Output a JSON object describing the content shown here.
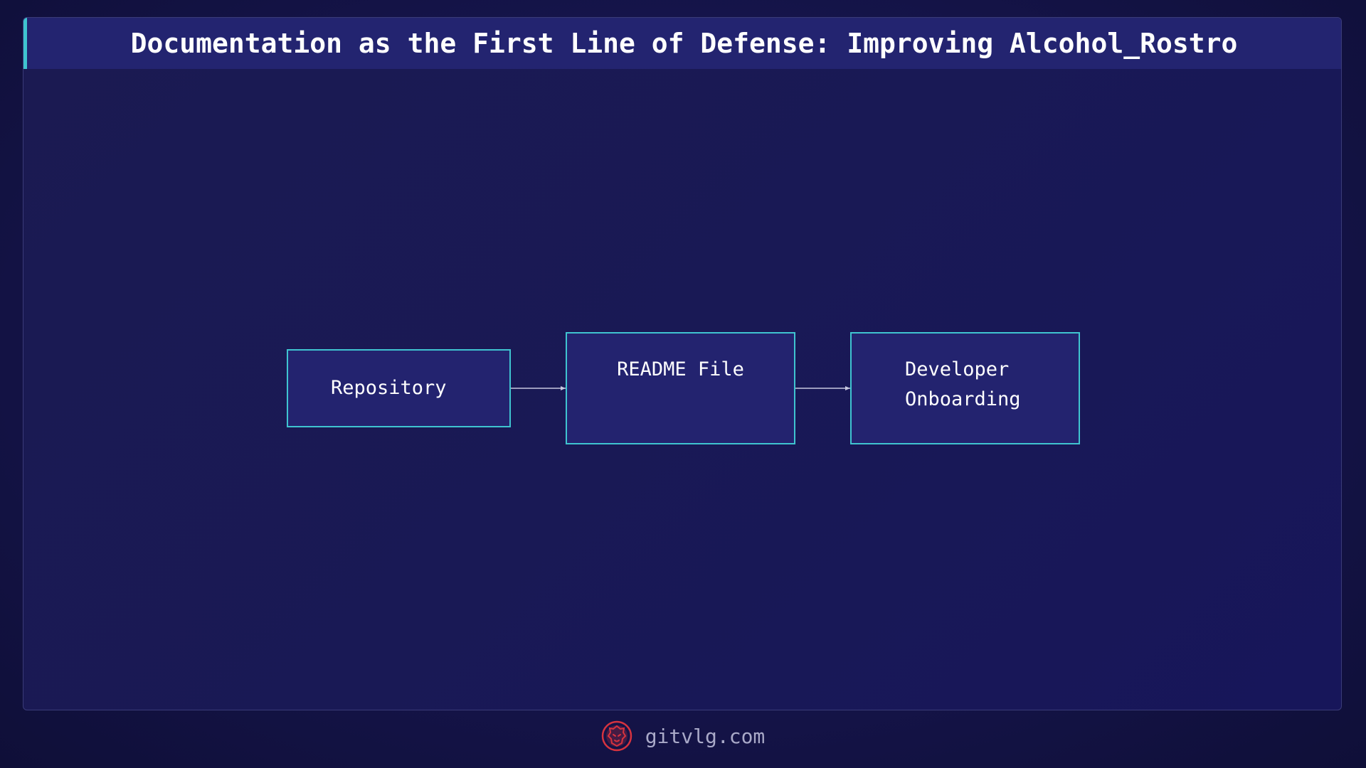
{
  "title": "Documentation as the First Line of Defense: Improving Alcohol_Rostro",
  "nodes": {
    "repository": "Repository",
    "readme": "README File",
    "developer_onboarding": [
      "Developer",
      "Onboarding"
    ]
  },
  "edges": [
    {
      "from": "Repository",
      "to": "README File"
    },
    {
      "from": "README File",
      "to": "Developer Onboarding"
    }
  ],
  "footer": {
    "site": "gitvlg.com",
    "logo_icon": "lion-head-icon"
  },
  "colors": {
    "accent": "#3fc4d0",
    "node_fill": "#23236f",
    "title_bar": "#232470",
    "logo": "#d6333f"
  }
}
